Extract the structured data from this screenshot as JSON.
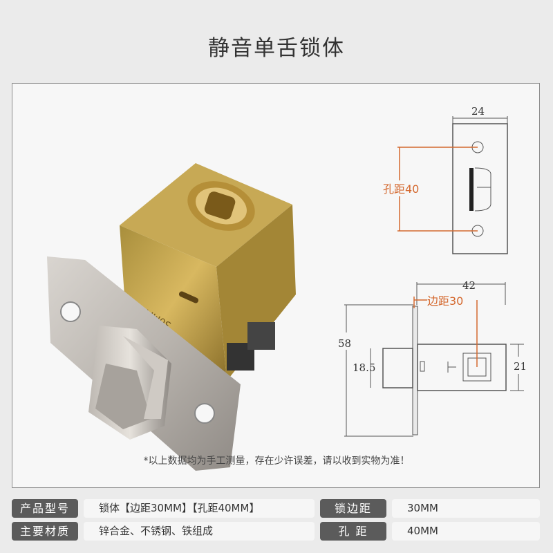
{
  "title": "静音单舌锁体",
  "drawing": {
    "top_width": "24",
    "hole_distance": "孔距40",
    "side_width": "42",
    "backset": "边距30",
    "height": "58",
    "inner_height": "18.5",
    "right_height": "21",
    "stamp": "30MM"
  },
  "note": "*以上数据均为手工测量，存在少许误差，请以收到实物为准！",
  "specs": {
    "model_label": "产品型号",
    "model_value": "锁体【边距30MM】【孔距40MM】",
    "backset_label": "锁边距",
    "backset_value": "30MM",
    "material_label": "主要材质",
    "material_value": "锌合金、不锈钢、铁组成",
    "hole_label": "孔 距",
    "hole_value": "40MM"
  },
  "colors": {
    "accent": "#d4682e",
    "label_bg": "#5b5b5b",
    "brass": "#c9a24a"
  }
}
